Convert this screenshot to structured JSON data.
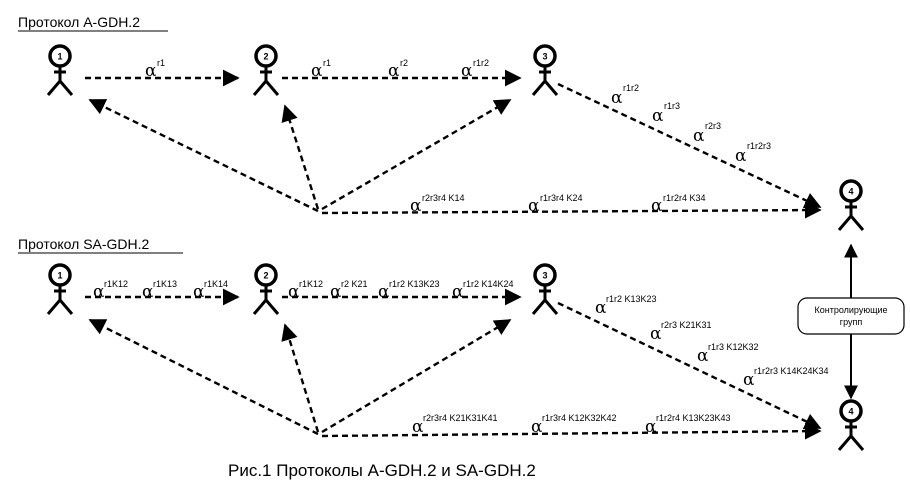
{
  "protocol_a_title": "Протокол A-GDH.2",
  "protocol_sa_title": "Протокол SA-GDH.2",
  "caption": "Рис.1 Протоколы A-GDH.2 и SA-GDH.2",
  "control_label": [
    "Контролирующие",
    "групп"
  ],
  "alpha_symbol": "α",
  "nodes": [
    "1",
    "2",
    "3",
    "4"
  ],
  "a_labels": {
    "m12": "r1",
    "m23": [
      "r1",
      "r2",
      "r1r2"
    ],
    "m34": [
      "r1r2",
      "r1r3",
      "r2r3",
      "r1r2r3"
    ],
    "mb": [
      "r2r3r4 K14",
      "r1r3r4 K24",
      "r1r2r4 K34"
    ]
  },
  "sa_labels": {
    "m12": [
      "r1K12",
      "r1K13",
      "r1K14"
    ],
    "m23": [
      "r1K12",
      "r2 K21",
      "r1r2 K13K23",
      "r1r2 K14K24"
    ],
    "m34": [
      "r1r2 K13K23",
      "r2r3 K21K31",
      "r1r3 K12K32",
      "r1r2r3 K14K24K34"
    ],
    "mb": [
      "r2r3r4 K21K31K41",
      "r1r3r4 K12K32K42",
      "r1r2r4 K13K23K43"
    ]
  }
}
